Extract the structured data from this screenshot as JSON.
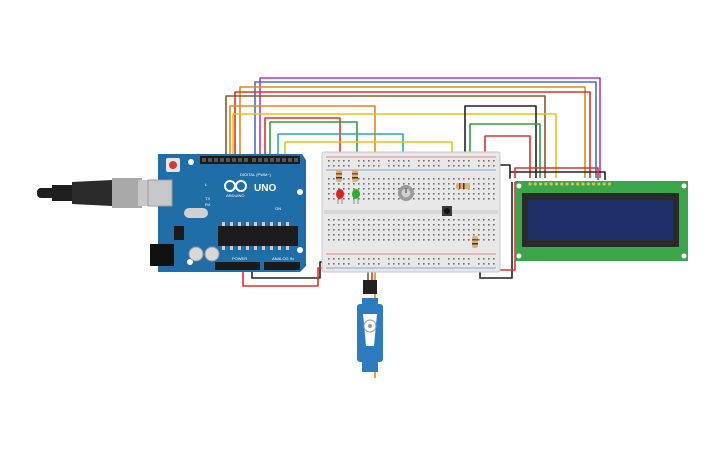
{
  "arduino": {
    "brand": "ARDUINO",
    "model": "UNO",
    "digital_header": "DIGITAL (PWM~)",
    "power_header": "POWER",
    "analog_header": "ANALOG IN",
    "tx_label": "TX",
    "rx_label": "RX",
    "l_label": "L",
    "on_label": "ON"
  },
  "colors": {
    "board": "#1f6ea8",
    "breadboard": "#e8e8e8",
    "lcd_pcb": "#3aa64a",
    "lcd_screen": "#1f2f68",
    "servo": "#2d7cc0",
    "wire_red": "#e0302a",
    "wire_black": "#222222",
    "wire_orange": "#e08a1a",
    "wire_yellow": "#e8c21a",
    "wire_green": "#2ea043",
    "wire_blue": "#2a7ad0",
    "wire_purple": "#b03ac0",
    "wire_brown": "#8a5a2a",
    "wire_teal": "#2aa8b8"
  },
  "icons": {
    "usb": "usb-cable-icon",
    "logo": "arduino-infinity-logo-icon"
  }
}
